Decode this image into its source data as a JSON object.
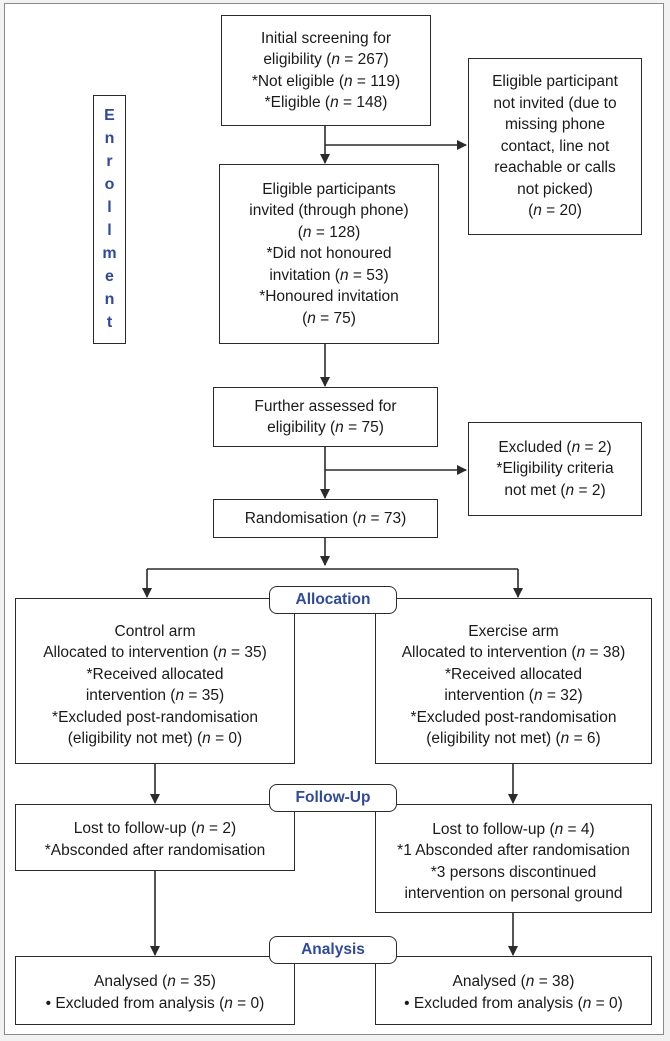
{
  "enrollment_label": [
    "E",
    "n",
    "r",
    "o",
    "l",
    "l",
    "m",
    "e",
    "n",
    "t"
  ],
  "stages": {
    "allocation": "Allocation",
    "follow_up": "Follow-Up",
    "analysis": "Analysis"
  },
  "boxes": {
    "initial_screening": [
      "Initial screening for",
      "eligibility (<i>n</i> = 267)",
      "*Not eligible (<i>n</i> = 119)",
      "*Eligible (<i>n</i> = 148)"
    ],
    "not_invited": [
      "Eligible participant",
      "not invited (due to",
      "missing phone",
      "contact, line not",
      "reachable or calls",
      "not picked)",
      "(<i>n</i> = 20)"
    ],
    "invited": [
      "Eligible participants",
      "invited (through phone)",
      "(<i>n</i> = 128)",
      "*Did not honoured",
      "invitation (<i>n</i> = 53)",
      "*Honoured invitation",
      "(<i>n</i> = 75)"
    ],
    "further_assessed": [
      "Further assessed for",
      "eligibility (<i>n</i> = 75)"
    ],
    "excluded": [
      "Excluded (<i>n</i> = 2)",
      "*Eligibility criteria",
      "not met (<i>n</i> = 2)"
    ],
    "randomisation": [
      "Randomisation (<i>n</i> = 73)"
    ],
    "control_arm": [
      "Control arm",
      "Allocated to intervention (<i>n</i> = 35)",
      "*Received allocated",
      "intervention (<i>n</i> = 35)",
      "*Excluded post-randomisation",
      "(eligibility not met) (<i>n</i> = 0)"
    ],
    "exercise_arm": [
      "Exercise arm",
      "Allocated to intervention (<i>n</i> = 38)",
      "*Received allocated",
      "intervention (<i>n</i> = 32)",
      "*Excluded post-randomisation",
      "(eligibility not met) (<i>n</i> = 6)"
    ],
    "control_followup": [
      "Lost to follow-up (<i>n</i> = 2)",
      "*Absconded after randomisation"
    ],
    "exercise_followup": [
      "Lost to follow-up (<i>n</i> = 4)",
      "*1 Absconded after randomisation",
      "*3 persons discontinued",
      "intervention on personal ground"
    ],
    "control_analysis": [
      "Analysed (<i>n</i> = 35)",
      "• Excluded from analysis (<i>n</i> = 0)"
    ],
    "exercise_analysis": [
      "Analysed (<i>n</i> = 38)",
      "• Excluded from analysis (<i>n</i> = 0)"
    ]
  },
  "colors": {
    "stage_text": "#2e4a9e",
    "line": "#2b2b2b",
    "border": "#2b2b2b"
  }
}
